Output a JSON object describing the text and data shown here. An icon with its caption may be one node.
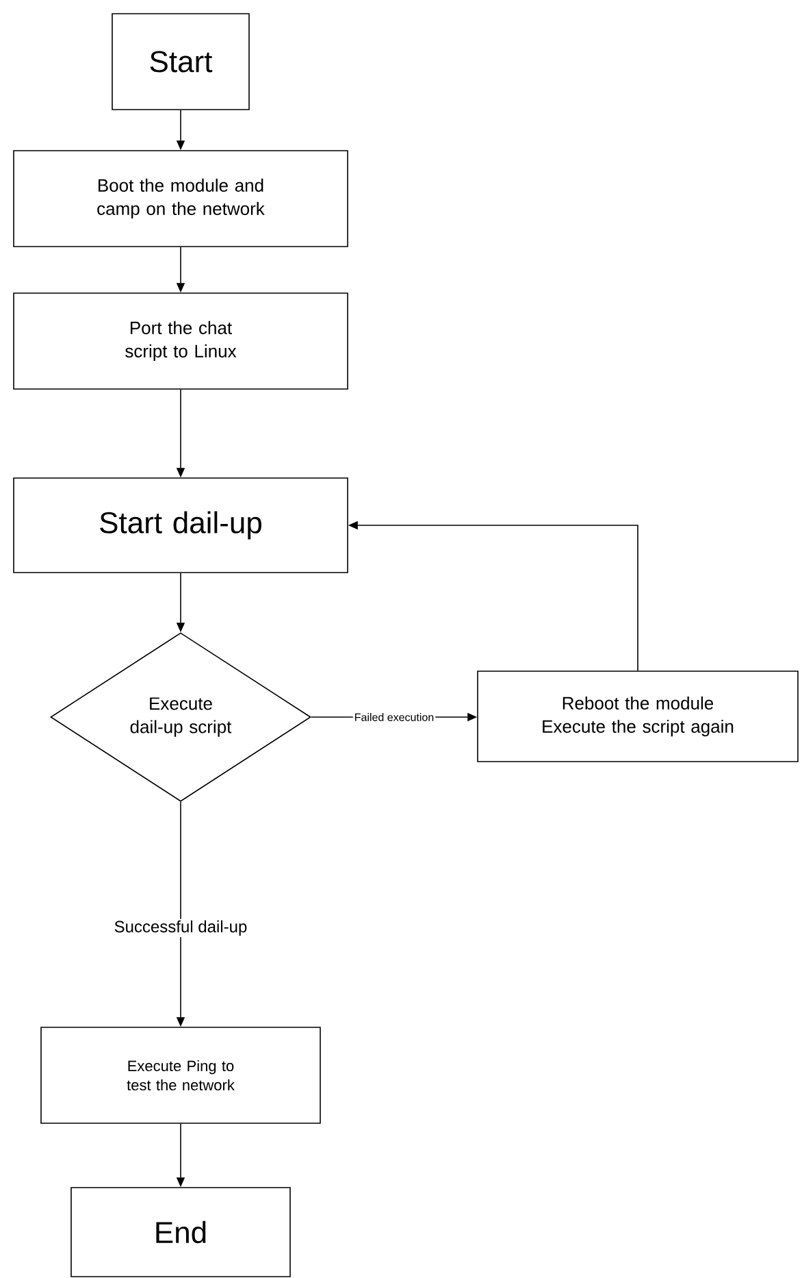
{
  "diagram": {
    "nodes": [
      {
        "text": [
          "Start"
        ]
      },
      {
        "text": [
          "Boot the module and camp on the network"
        ]
      },
      {
        "text": [
          "Port the chat script to Linux"
        ]
      },
      {
        "text": [
          "Start dail-up"
        ]
      },
      {
        "text": [
          "Execute dail-up script"
        ]
      },
      {
        "text": [
          "Reboot the module Execute the script again"
        ]
      },
      {
        "text": [
          "Execute Ping to test the network"
        ]
      },
      {
        "text": [
          "End"
        ]
      }
    ],
    "edges": [
      {
        "from": 0,
        "to": 1,
        "arrow": "to"
      },
      {
        "from": 1,
        "to": 2,
        "arrow": "to"
      },
      {
        "from": 2,
        "to": 3,
        "arrow": "to"
      },
      {
        "from": 3,
        "to": 4,
        "arrow": "to"
      },
      {
        "from": 4,
        "to": 5,
        "arrow": "to",
        "label": "Failed execution"
      },
      {
        "from": 5,
        "to": 3,
        "arrow": "to"
      },
      {
        "from": 4,
        "to": 6,
        "arrow": "to",
        "label": "Successful dail-up"
      },
      {
        "from": 6,
        "to": 7,
        "arrow": "to"
      }
    ]
  }
}
